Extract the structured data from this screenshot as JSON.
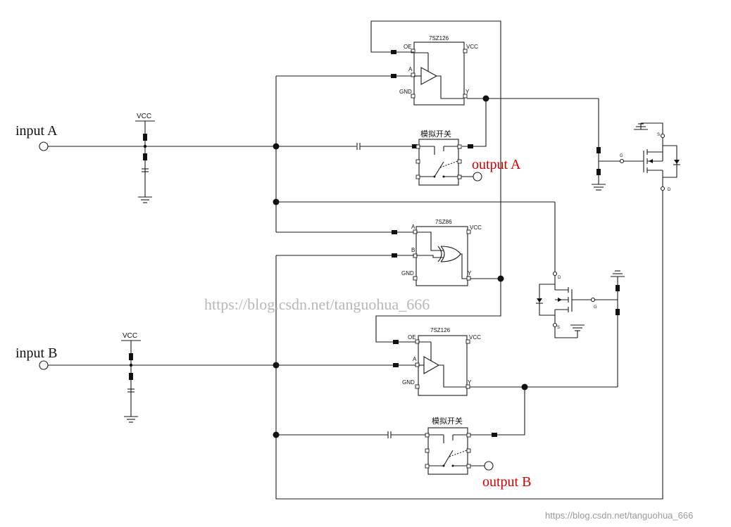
{
  "labels": {
    "input_a": "input A",
    "input_b": "input B",
    "output_a": "output A",
    "output_b": "output B"
  },
  "supply": {
    "vcc_a": "VCC",
    "vcc_b": "VCC"
  },
  "chips": {
    "buf_a": {
      "name": "7SZ126",
      "pin_oe": "OE",
      "pin_a": "A",
      "pin_gnd": "GND",
      "pin_vcc": "VCC",
      "pin_y": "Y"
    },
    "xor": {
      "name": "7SZ86",
      "pin_a": "A",
      "pin_b": "B",
      "pin_gnd": "GND",
      "pin_vcc": "VCC",
      "pin_y": "Y"
    },
    "buf_b": {
      "name": "7SZ126",
      "pin_oe": "OE",
      "pin_a": "A",
      "pin_gnd": "GND",
      "pin_vcc": "VCC",
      "pin_y": "Y"
    }
  },
  "switches": {
    "sw_a": "模拟开关",
    "sw_b": "模拟开关"
  },
  "mosfets": {
    "q1": {
      "s": "S",
      "g": "G",
      "d": "D"
    },
    "q2": {
      "d": "D",
      "g": "G",
      "s": "S"
    }
  },
  "watermarks": {
    "center": "https://blog.csdn.net/tanguohua_666",
    "corner": "https://blog.csdn.net/tanguohua_666"
  },
  "colors": {
    "wire": "#1a1a1a",
    "output_label": "#d40000",
    "watermark": "#b7b7b7"
  }
}
